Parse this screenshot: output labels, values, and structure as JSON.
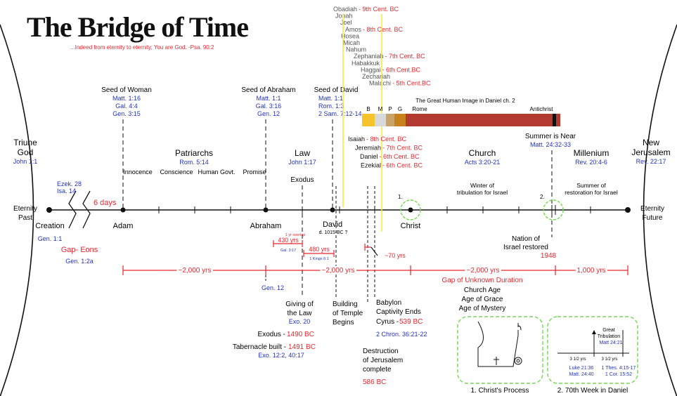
{
  "title": "The Bridge of Time",
  "subtitle": "...Indeed from eternity to eternity, You are God. -Psa. 90:2",
  "colors": {
    "red": "#e8262d",
    "blue": "#2233bb",
    "black": "#111111",
    "green": "#6fdc4f",
    "yellow": "#f5e83a"
  },
  "left_eternity": {
    "heading1": "Triune",
    "heading2": "God",
    "ref": "John 1:1",
    "point1": "Eternity",
    "point2": "Past"
  },
  "right_eternity": {
    "heading1": "New",
    "heading2": "Jerusalem",
    "ref": "Rev. 22:17",
    "point1": "Eternity",
    "point2": "Future"
  },
  "creation": {
    "label": "Creation",
    "ref": "Gen. 1:1",
    "ezek": "Ezek. 28",
    "isa": "Isa. 14",
    "six_days": "6 days",
    "gap": "Gap- Eons",
    "gap_ref": "Gen. 1:2a"
  },
  "seeds": {
    "woman": {
      "title": "Seed of Woman",
      "refs": [
        "Matt. 1:16",
        "Gal. 4:4",
        "Gen. 3:15"
      ]
    },
    "abraham": {
      "title": "Seed of Abraham",
      "refs": [
        "Matt. 1:1",
        "Gal. 3:16",
        "Gen. 12"
      ]
    },
    "david": {
      "title": "Seed of David",
      "refs": [
        "Matt. 1:1",
        "Rom. 1:3",
        "2 Sam. 7:12-14"
      ]
    }
  },
  "ages": {
    "patriarchs": {
      "name": "Patriarchs",
      "ref": "Rom. 5:14"
    },
    "law": {
      "name": "Law",
      "ref": "John 1:17"
    },
    "church": {
      "name": "Church",
      "ref": "Acts 3:20-21"
    },
    "millenium": {
      "name": "Millenium",
      "ref": "Rev. 20:4-6"
    }
  },
  "sub_ages": [
    "Innocence",
    "Conscience",
    "Human Govt.",
    "Promise"
  ],
  "points": {
    "adam": "Adam",
    "abraham": "Abraham",
    "exodus": "Exodus",
    "david": "David",
    "david_date": "d. 1015 BC ?",
    "christ": "Christ"
  },
  "prophets": [
    {
      "name": "Obadiah",
      "era": "9th Cent. BC"
    },
    {
      "name": "Jonah",
      "era": ""
    },
    {
      "name": "Joel",
      "era": ""
    },
    {
      "name": "Amos",
      "era": "8th Cent. BC"
    },
    {
      "name": "Hosea",
      "era": ""
    },
    {
      "name": "Micah",
      "era": ""
    },
    {
      "name": "Nahum",
      "era": ""
    },
    {
      "name": "Zephaniah",
      "era": "7th Cent. BC"
    },
    {
      "name": "Habakkuk",
      "era": ""
    },
    {
      "name": "Haggai",
      "era": "6th Cent.BC"
    },
    {
      "name": "Zechariah",
      "era": ""
    },
    {
      "name": "Malachi",
      "era": "5th Cent.BC"
    }
  ],
  "later_prophets": [
    {
      "name": "Isaiah",
      "era": "8th Cent. BC"
    },
    {
      "name": "Jeremiah",
      "era": "7th Cent. BC"
    },
    {
      "name": "Daniel",
      "era": "6th Cent. BC"
    },
    {
      "name": "Ezekial",
      "era": "6th Cent. BC"
    }
  ],
  "image": {
    "title": "The Great Human Image in Daniel ch. 2",
    "segments": [
      {
        "label": "B",
        "color": "#f6c42a"
      },
      {
        "label": "M",
        "color": "#d9d9d9"
      },
      {
        "label": "P",
        "color": "#c8a46a"
      },
      {
        "label": "G",
        "color": "#c7821d"
      },
      {
        "label": "Rome",
        "color": "#b33a2e"
      }
    ],
    "end": "Antichrist"
  },
  "summer": {
    "label": "Summer is Near",
    "ref": "Matt. 24:32-33"
  },
  "winter": [
    "Winter of",
    "tribulation for Israel"
  ],
  "summer_rest": [
    "Summer of",
    "restoration for Israel"
  ],
  "markers": {
    "one": "1.",
    "two": "2."
  },
  "spans": {
    "overlap": "1 yr overlap",
    "s430": "430 yrs",
    "s430_ref": "Gal. 3:17",
    "s480": "480 yrs",
    "s480_ref": "1 Kings 6:1",
    "s70": "~70 yrs",
    "thousand": "~2,000 yrs",
    "millenium": "1,000 yrs"
  },
  "gap_unknown": "Gap of Unknown Duration",
  "church_age": [
    "Church Age",
    "Age of Grace",
    "Age of Mystery"
  ],
  "bottom": {
    "gen12": "Gen. 12",
    "law": [
      "Giving of",
      "the Law"
    ],
    "law_ref": "Exo. 20",
    "exodus": "Exodus -",
    "exodus_date": "1490 BC",
    "tabernacle": "Tabernacle built -",
    "tabernacle_date": "1491 BC",
    "tabernacle_ref": "Exo. 12:2, 40:17",
    "temple": [
      "Building",
      "of Temple",
      "Begins"
    ],
    "babylon": [
      "Babylon",
      "Captivity Ends"
    ],
    "cyrus": "Cyrus -",
    "cyrus_date": "539 BC",
    "chron": "2 Chron. 36:21-22",
    "destruction": [
      "Destruction",
      "of Jerusalem",
      "complete"
    ],
    "destruction_date": "586 BC"
  },
  "israel": {
    "line1": "Nation of",
    "line2": "Israel restored",
    "year": "1948"
  },
  "inset1": {
    "caption": "1. Christ's Process"
  },
  "inset2": {
    "caption": "2. 70th Week in Daniel",
    "great": "Great",
    "trib": "Tribulation",
    "ref": "Matt 24:21",
    "half1": "3 1/2 yrs",
    "half2": "3 1/2 yrs",
    "refs_left": [
      "Luke 21:36",
      "Matt. 24:40"
    ],
    "refs_right": [
      "1 Thes. 4:15-17",
      "1 Cor. 15:52"
    ]
  }
}
